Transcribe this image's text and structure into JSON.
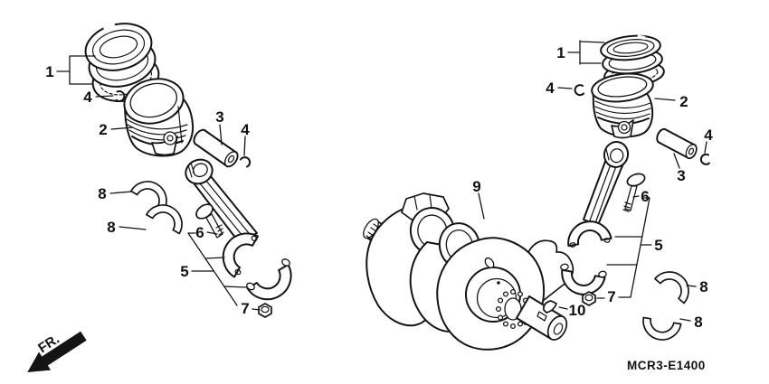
{
  "diagram": {
    "title": "crankshaft-piston exploded parts diagram",
    "code": "MCR3-E1400",
    "fr_label": "FR.",
    "colors": {
      "line": "#141414",
      "background": "#ffffff"
    }
  },
  "callouts": {
    "left": {
      "ring_set": "1",
      "piston": "2",
      "piston_pin": "3",
      "pin_clip_top": "4",
      "pin_clip_outer": "4",
      "rod": "5",
      "rod_bolt": "6",
      "rod_nut": "7",
      "bearing_upper": "8",
      "bearing_lower": "8"
    },
    "center": {
      "crankshaft": "9",
      "key": "10"
    },
    "right": {
      "ring_set": "1",
      "piston": "2",
      "piston_pin": "3",
      "pin_clip_top": "4",
      "pin_clip_outer": "4",
      "rod": "5",
      "rod_bolt": "6",
      "rod_nut": "7",
      "bearing_upper": "8",
      "bearing_lower": "8"
    }
  }
}
